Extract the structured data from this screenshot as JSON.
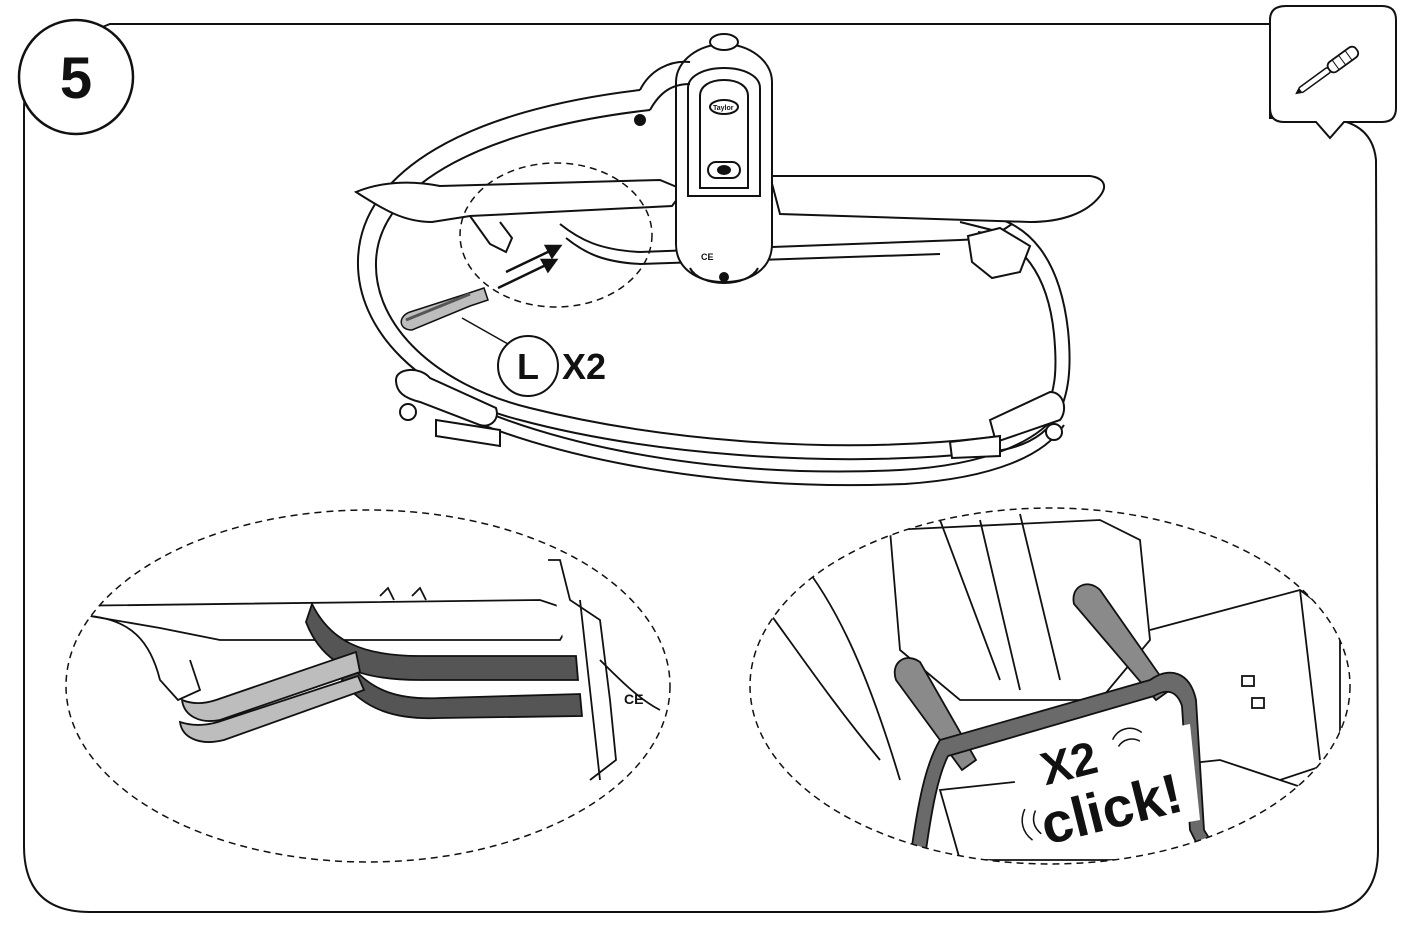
{
  "step": {
    "number": "5"
  },
  "tool": {
    "icon": "screwdriver-icon"
  },
  "part": {
    "letter": "L",
    "quantity": "X2"
  },
  "detail_right": {
    "count": "X2",
    "sound": "click!"
  },
  "markings": {
    "ce": "CE",
    "brand": "Taylor"
  },
  "colors": {
    "line": "#111111",
    "part_light": "#bdbdbd",
    "part_dark": "#555555",
    "strap": "#6a6a6a"
  }
}
